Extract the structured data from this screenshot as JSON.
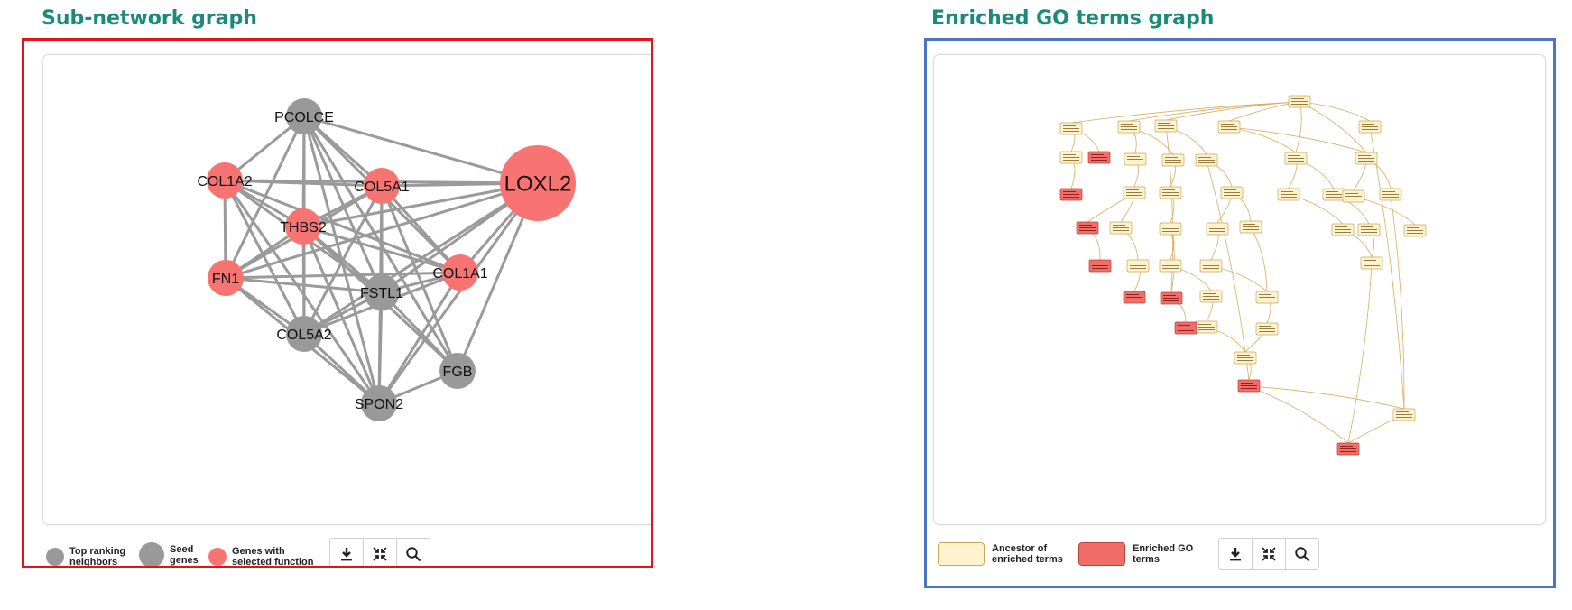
{
  "left_panel": {
    "title": "Sub-network graph",
    "nodes": [
      {
        "id": "PCOLCE",
        "type": "neighbor"
      },
      {
        "id": "COL1A2",
        "type": "selected"
      },
      {
        "id": "COL5A1",
        "type": "selected"
      },
      {
        "id": "LOXL2",
        "type": "selected"
      },
      {
        "id": "THBS2",
        "type": "selected"
      },
      {
        "id": "FN1",
        "type": "selected"
      },
      {
        "id": "COL1A1",
        "type": "selected"
      },
      {
        "id": "FSTL1",
        "type": "neighbor"
      },
      {
        "id": "COL5A2",
        "type": "neighbor"
      },
      {
        "id": "FGB",
        "type": "neighbor"
      },
      {
        "id": "SPON2",
        "type": "neighbor"
      }
    ],
    "legend": {
      "top_ranking": "Top ranking neighbors",
      "top_ranking_l1": "Top ranking",
      "top_ranking_l2": "neighbors",
      "seed_l1": "Seed",
      "seed_l2": "genes",
      "selected_l1": "Genes with",
      "selected_l2": "selected function"
    },
    "colors": {
      "neighbor": "#999999",
      "selected": "#f77473",
      "edge": "#9a9a9a"
    }
  },
  "right_panel": {
    "title": "Enriched GO terms graph",
    "legend": {
      "ancestor_l1": "Ancestor of",
      "ancestor_l2": "enriched terms",
      "enriched_l1": "Enriched GO",
      "enriched_l2": "terms"
    },
    "colors": {
      "ancestor_fill": "#fff3cf",
      "ancestor_border": "#c9a659",
      "enriched_fill": "#f36d68",
      "enriched_border": "#b9423d",
      "edge": "#d9ad5e"
    }
  },
  "toolbar": {
    "download_icon": "download-icon",
    "fit_icon": "compress-icon",
    "zoom_icon": "search-icon"
  }
}
